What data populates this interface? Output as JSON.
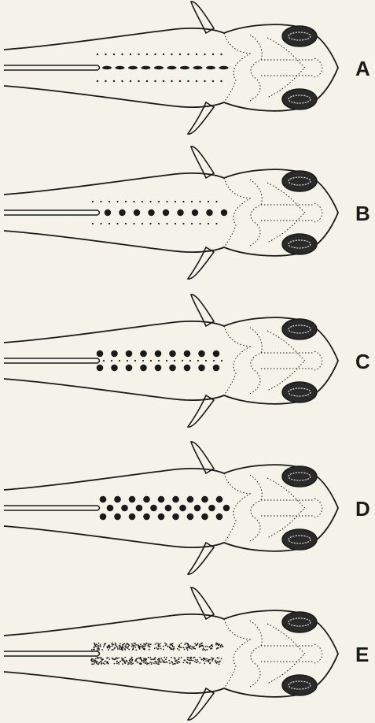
{
  "figure": {
    "background": "#f5f2e9",
    "ink": "#1a1a1a",
    "panels": [
      {
        "id": "A",
        "label": "A",
        "pattern": "single-row-dashes"
      },
      {
        "id": "B",
        "label": "B",
        "pattern": "single-row-dots"
      },
      {
        "id": "C",
        "label": "C",
        "pattern": "double-row-dots"
      },
      {
        "id": "D",
        "label": "D",
        "pattern": "triple-row-dots"
      },
      {
        "id": "E",
        "label": "E",
        "pattern": "stippled-bands"
      }
    ]
  }
}
